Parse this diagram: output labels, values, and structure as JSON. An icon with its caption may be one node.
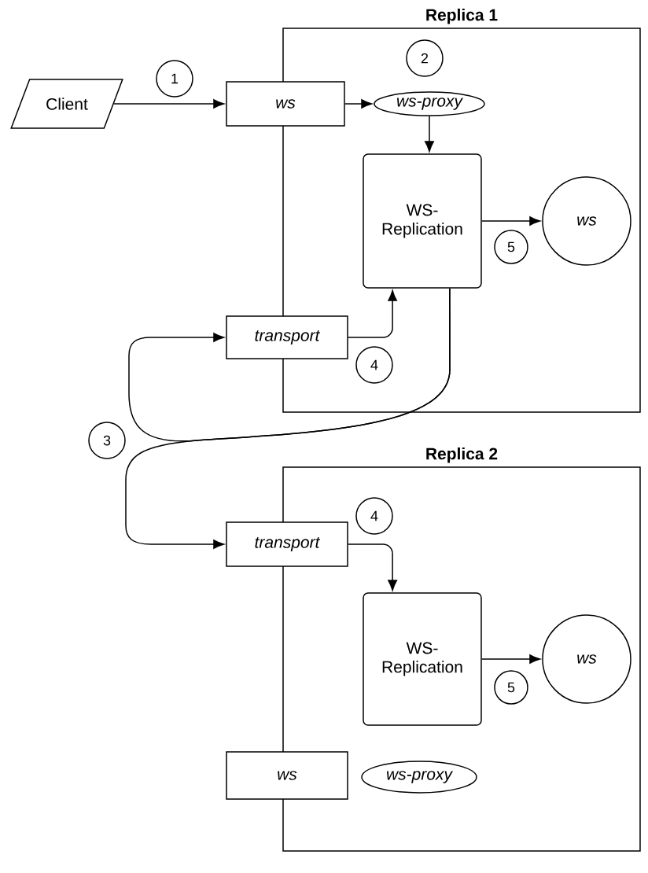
{
  "diagram": {
    "nodes": [
      {
        "text": [
          "Replica 1"
        ]
      },
      {
        "text": [
          "Client"
        ]
      },
      {
        "text": [
          "ws"
        ]
      },
      {
        "text": [
          "ws-proxy"
        ],
        "in": 0
      },
      {
        "text": [
          "WS- Replication"
        ],
        "in": 0
      },
      {
        "text": [
          "ws"
        ],
        "in": 0
      },
      {
        "text": [
          "transport"
        ]
      },
      {
        "text": [
          "Replica 2"
        ]
      },
      {
        "text": [
          "transport"
        ]
      },
      {
        "text": [
          "WS- Replication"
        ],
        "in": 7
      },
      {
        "text": [
          "ws"
        ],
        "in": 7
      },
      {
        "text": [
          "ws"
        ]
      },
      {
        "text": [
          "ws-proxy"
        ],
        "in": 7
      }
    ],
    "edges": [
      {
        "from": 1,
        "to": 2,
        "arrow": "to"
      },
      {
        "from": 2,
        "to": 3,
        "arrow": "to"
      },
      {
        "from": 3,
        "to": 4,
        "arrow": "to"
      },
      {
        "from": 4,
        "to": 5,
        "arrow": "to"
      },
      {
        "from": 6,
        "to": 4,
        "arrow": "to"
      },
      {
        "from": 4,
        "to": 6,
        "arrow": "to"
      },
      {
        "from": 4,
        "to": 8,
        "arrow": "to"
      },
      {
        "from": 8,
        "to": 9,
        "arrow": "to"
      },
      {
        "from": 9,
        "to": 10,
        "arrow": "to"
      }
    ],
    "labels": [
      "1",
      "2",
      "5",
      "4",
      "3",
      "4",
      "5"
    ]
  }
}
